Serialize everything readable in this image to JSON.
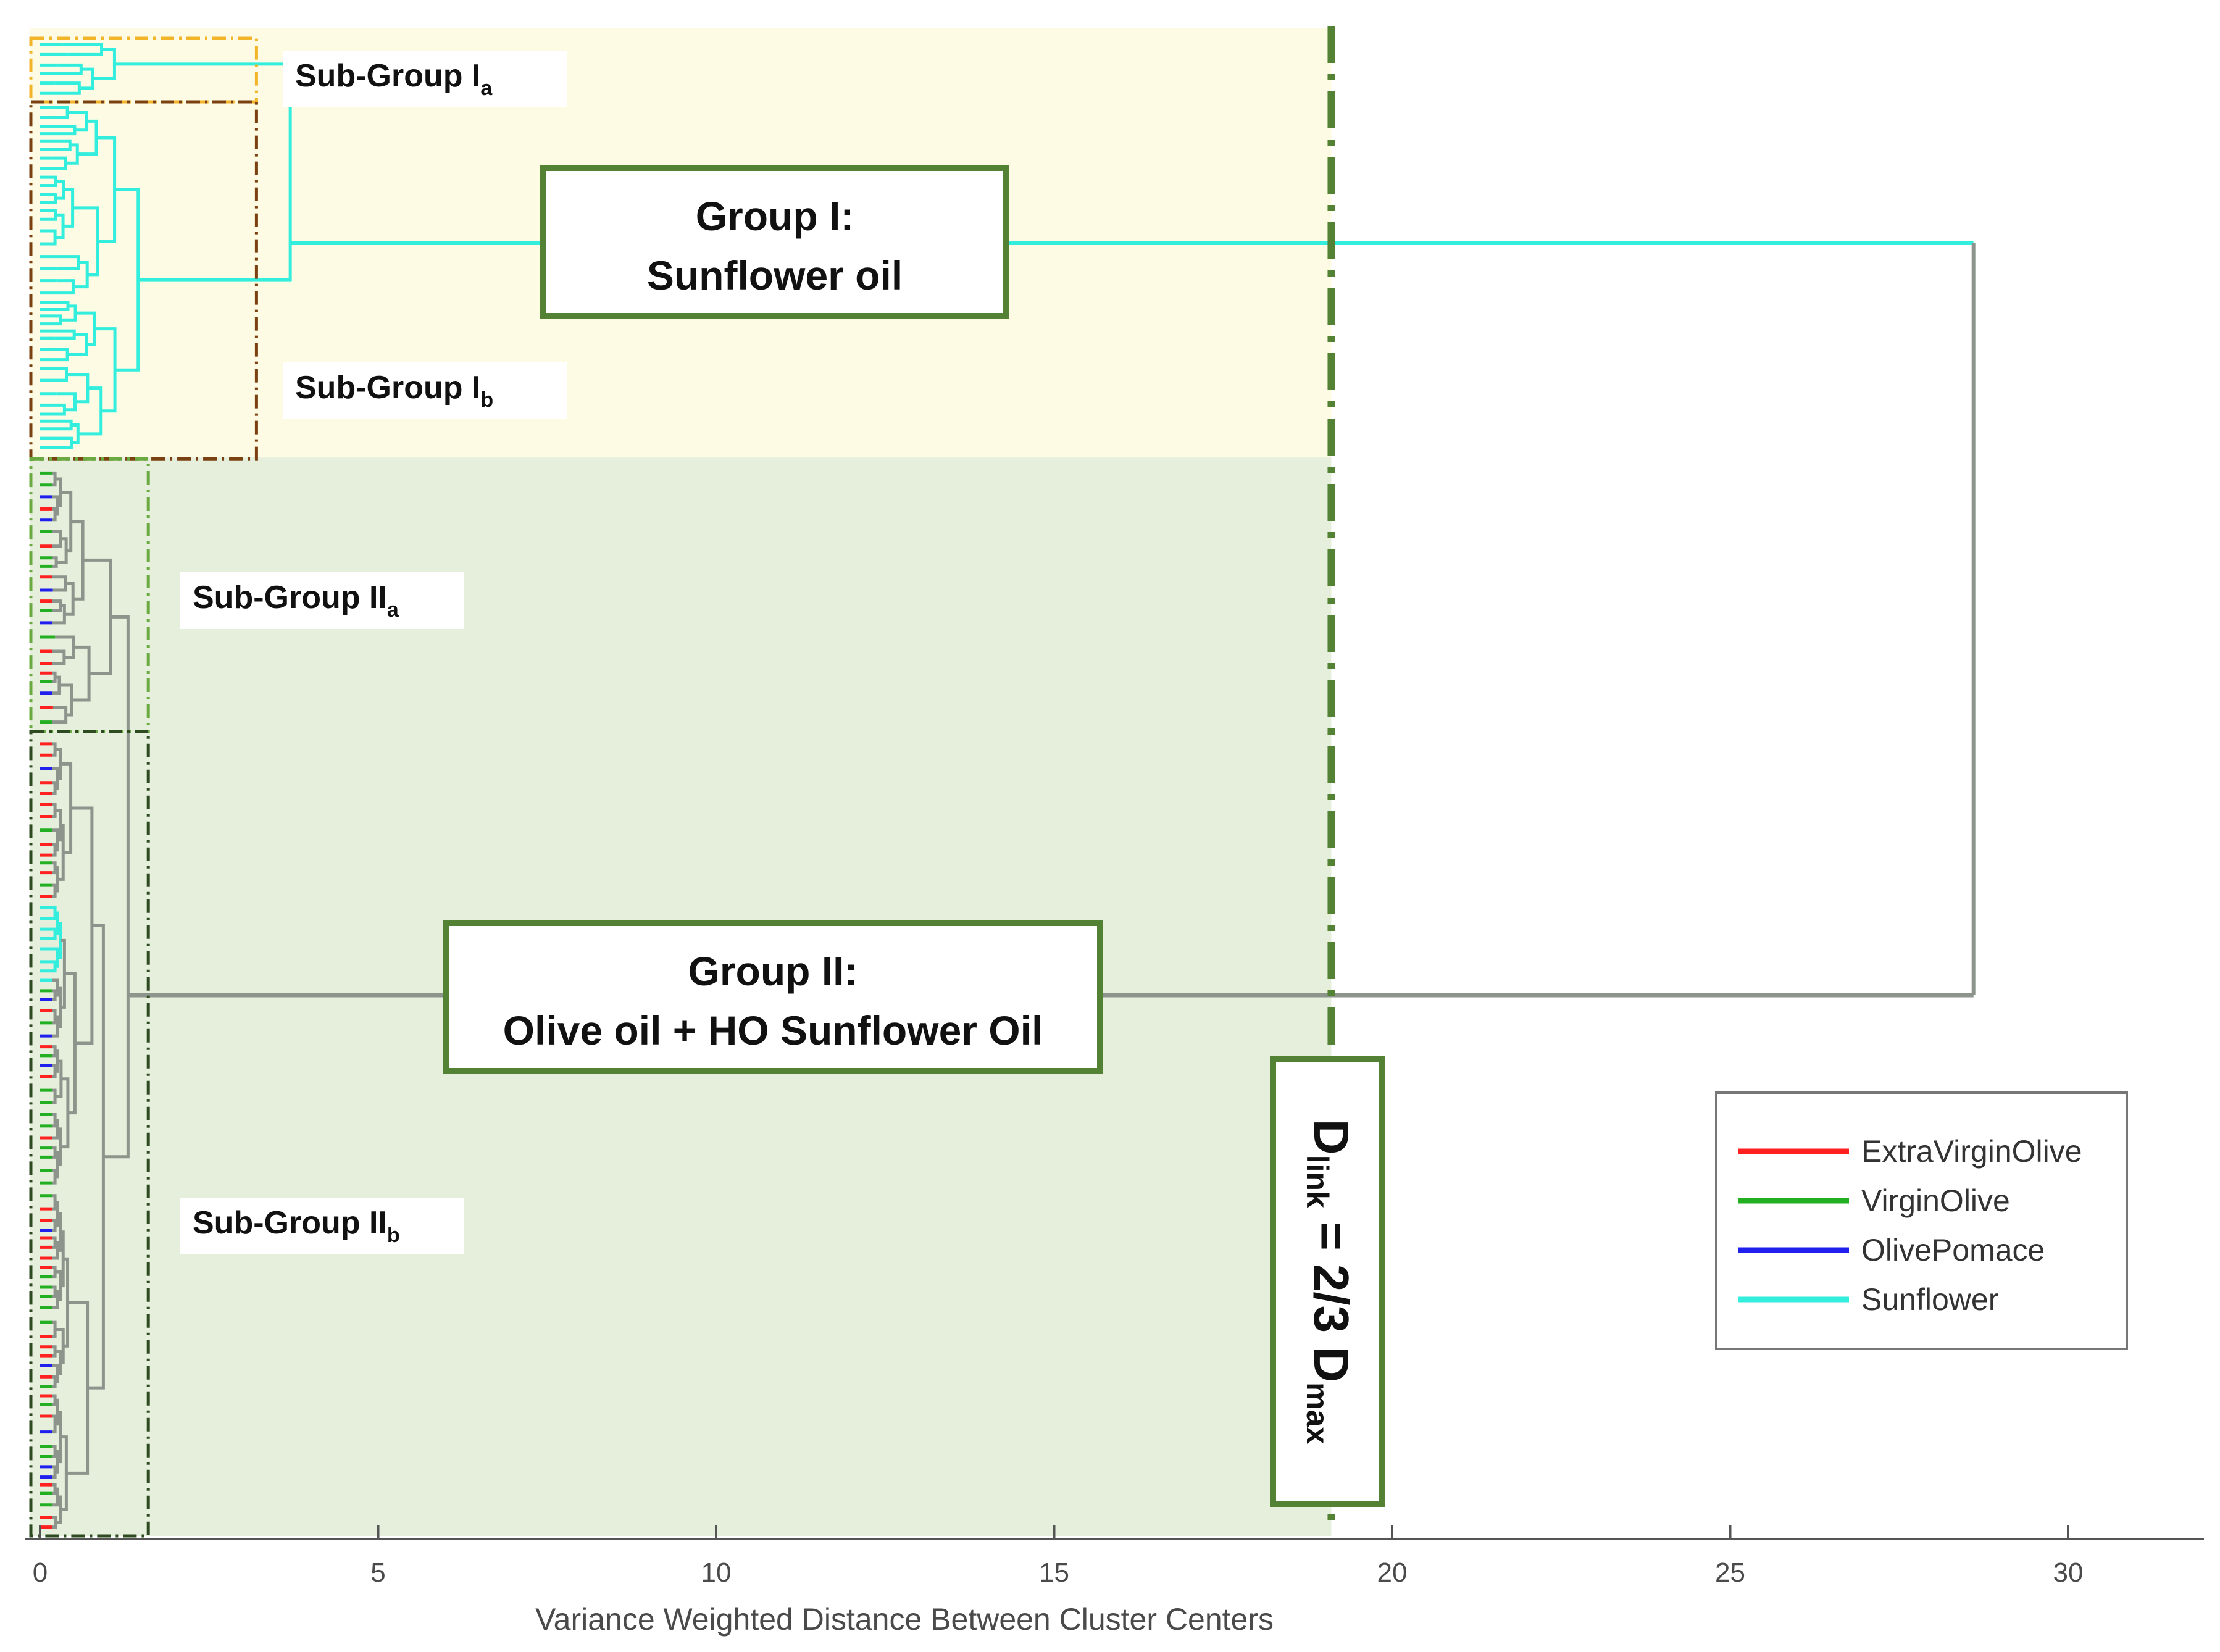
{
  "chart_data": {
    "type": "dendrogram",
    "orientation": "horizontal",
    "xlabel": "Variance Weighted Distance Between Cluster Centers",
    "xlim": [
      0,
      32
    ],
    "xticks": [
      0,
      5,
      10,
      15,
      20,
      25,
      30
    ],
    "final_merge_distance": 28.6,
    "cut_line": {
      "distance": 19.1,
      "label_main": "D",
      "label_sub1": "link",
      "label_mid": " = 2/3 D",
      "label_sub2": "max"
    },
    "groups": [
      {
        "label_line1": "Group I:",
        "label_line2": "Sunflower oil",
        "merge_distance": 3.7,
        "leaf_fraction": 0.285
      },
      {
        "label_line1": "Group II:",
        "label_line2": "Olive oil + HO Sunflower Oil",
        "merge_distance": 1.3,
        "leaf_fraction": 0.715
      }
    ],
    "subgroups": [
      {
        "main": "Sub-Group I",
        "sub": "a",
        "box_right": 3.2,
        "merge_distance": 1.1
      },
      {
        "main": "Sub-Group I",
        "sub": "b",
        "box_right": 3.2,
        "merge_distance": 1.45
      },
      {
        "main": "Sub-Group II",
        "sub": "a",
        "box_right": 1.6,
        "merge_distance": 1.3
      },
      {
        "main": "Sub-Group II",
        "sub": "b",
        "box_right": 1.6,
        "merge_distance": 1.1
      }
    ],
    "legend": [
      {
        "name": "ExtraVirginOlive",
        "color": "#ff2020"
      },
      {
        "name": "VirginOlive",
        "color": "#22b022"
      },
      {
        "name": "OlivePomace",
        "color": "#2020ee"
      },
      {
        "name": "Sunflower",
        "color": "#33eedd"
      }
    ],
    "legend_placement": "bottom-right",
    "grid": false
  },
  "colors": {
    "group1_bg": "#fdfbe3",
    "group2_bg": "#e5efdc",
    "box_border": "#548235",
    "cut_line": "#548235",
    "link_grey": "#8c948c",
    "sunflower": "#33eedd",
    "subgroup_Ia_border": "#f2b52a",
    "subgroup_Ib_border": "#7a4010",
    "subgroup_IIa_border": "#6aaa40",
    "subgroup_IIb_border": "#2e4a20"
  }
}
